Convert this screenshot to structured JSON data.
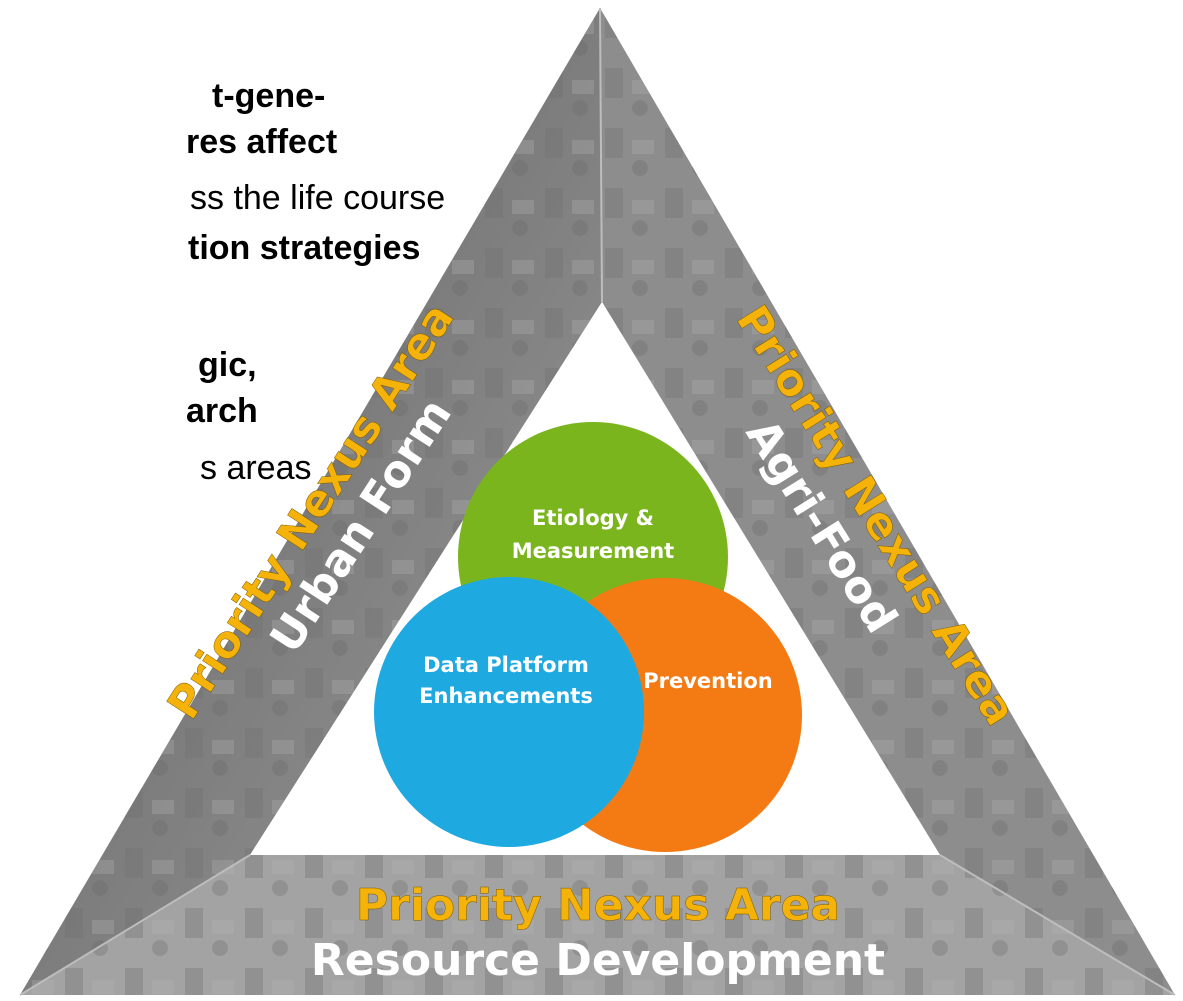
{
  "left_text": {
    "line1": "t-gene-",
    "line2": "res affect",
    "line3": "ss the life course",
    "line4": "tion strategies",
    "line5": "gic,",
    "line6": "arch",
    "line7": "s areas"
  },
  "triangle": {
    "left_side": {
      "priority": "Priority Nexus Area",
      "name": "Urban Form"
    },
    "right_side": {
      "priority": "Priority Nexus Area",
      "name": "Agri-Food"
    },
    "bottom_side": {
      "priority": "Priority Nexus Area",
      "name": "Resource Development"
    }
  },
  "circles": {
    "green": {
      "line1": "Etiology &",
      "line2": "Measurement",
      "color": "#7ab51d"
    },
    "blue": {
      "line1": "Data Platform",
      "line2": "Enhancements",
      "color": "#1ea9e1"
    },
    "orange": {
      "line1": "Prevention",
      "color": "#f47a14"
    }
  },
  "colors": {
    "priority_label": "#f5b30a",
    "name_label": "#ffffff",
    "band": "#8c8c8c"
  }
}
